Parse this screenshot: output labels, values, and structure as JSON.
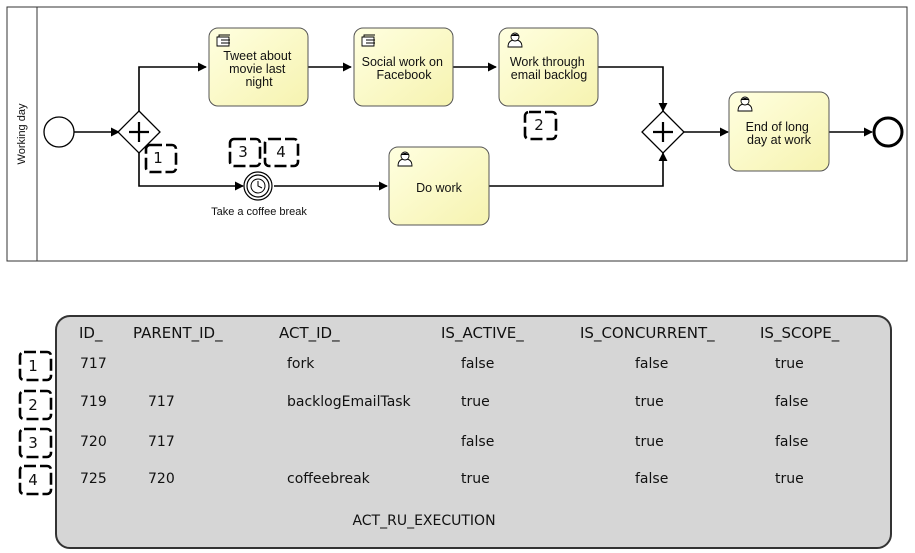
{
  "process": {
    "lane_label": "Working day",
    "tasks": {
      "tweet": [
        "Tweet about",
        "movie last",
        "night"
      ],
      "social": [
        "Social work on",
        "Facebook"
      ],
      "email": [
        "Work through",
        "email backlog"
      ],
      "end_day": [
        "End of long",
        "day at work"
      ],
      "do_work": [
        "Do work"
      ]
    },
    "timer_label": "Take a coffee break"
  },
  "badges": {
    "b1": "1",
    "b2": "2",
    "b3": "3",
    "b4": "4"
  },
  "table": {
    "headers": [
      "ID_",
      "PARENT_ID_",
      "ACT_ID_",
      "IS_ACTIVE_",
      "IS_CONCURRENT_",
      "IS_SCOPE_"
    ],
    "rows": [
      {
        "badge": "1",
        "cells": [
          "717",
          "",
          "fork",
          "false",
          "false",
          "true"
        ]
      },
      {
        "badge": "2",
        "cells": [
          "719",
          "717",
          "backlogEmailTask",
          "true",
          "true",
          "false"
        ]
      },
      {
        "badge": "3",
        "cells": [
          "720",
          "717",
          "",
          "false",
          "true",
          "false"
        ]
      },
      {
        "badge": "4",
        "cells": [
          "725",
          "720",
          "coffeebreak",
          "true",
          "false",
          "true"
        ]
      }
    ],
    "caption": "ACT_RU_EXECUTION"
  },
  "colors": {
    "task_fill": "#fdfcc8",
    "table_fill": "#d6d6d6"
  }
}
